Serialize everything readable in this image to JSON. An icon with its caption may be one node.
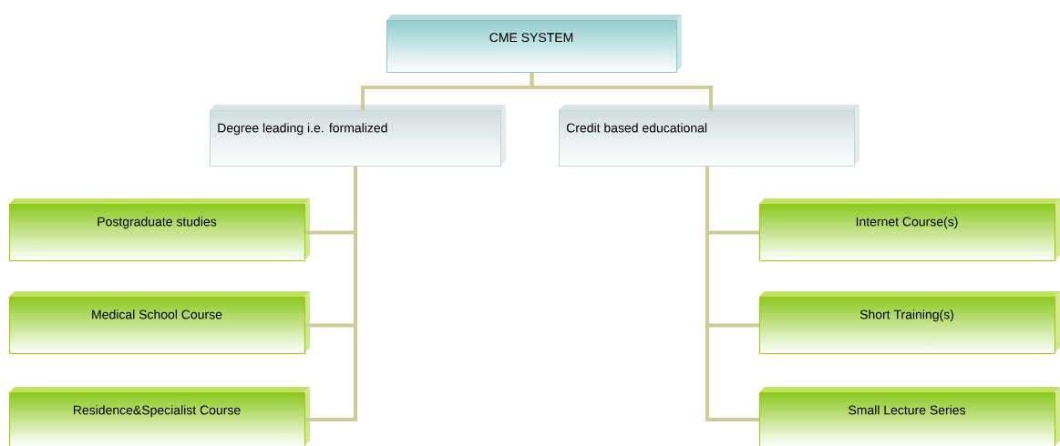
{
  "diagram": {
    "nodes": [
      {
        "text": [
          "CME SYSTEM"
        ]
      },
      {
        "text": [
          "Degree leading i.e. formalized"
        ]
      },
      {
        "text": [
          "Credit based educational"
        ]
      },
      {
        "text": [
          "Postgraduate studies"
        ]
      },
      {
        "text": [
          "Medical School Course"
        ]
      },
      {
        "text": [
          "Residence&Specialist Course"
        ]
      },
      {
        "text": [
          "Internet Course(s)"
        ]
      },
      {
        "text": [
          "Short Training(s)"
        ]
      },
      {
        "text": [
          "Small Lecture Series"
        ]
      }
    ],
    "edges": [
      {
        "from": 0,
        "to": 1,
        "arrow": "none"
      },
      {
        "from": 0,
        "to": 2,
        "arrow": "none"
      },
      {
        "from": 1,
        "to": 3,
        "arrow": "none"
      },
      {
        "from": 1,
        "to": 4,
        "arrow": "none"
      },
      {
        "from": 1,
        "to": 5,
        "arrow": "none"
      },
      {
        "from": 2,
        "to": 6,
        "arrow": "none"
      },
      {
        "from": 2,
        "to": 7,
        "arrow": "none"
      },
      {
        "from": 2,
        "to": 8,
        "arrow": "none"
      }
    ]
  }
}
